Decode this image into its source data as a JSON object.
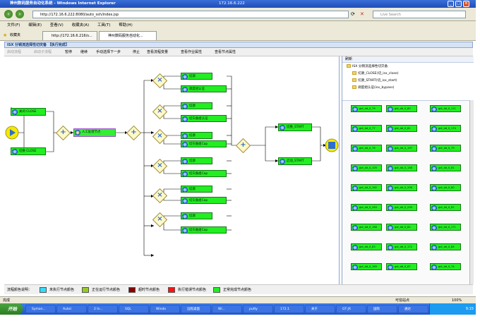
{
  "window": {
    "title": "神州数码服务自动化系统 - Windows Internet Explorer",
    "center_title": "172.16.6.222"
  },
  "address": {
    "url": "http://172.16.6.222:8080/auto_ssh/index.jsp",
    "search_placeholder": "Live Search"
  },
  "menu": [
    "文件(F)",
    "编辑(E)",
    "查看(V)",
    "收藏夹(A)",
    "工具(T)",
    "帮助(H)"
  ],
  "favbar": {
    "label": "收藏夹",
    "tabs": [
      "http://172.16.6.216/s...",
      "神州数码服务自动化..."
    ]
  },
  "app": {
    "header": "ISX 分销流选择性切灾备 【执行完成】"
  },
  "toolbar": [
    {
      "label": "启动流程",
      "disabled": true
    },
    {
      "label": "启动子流程",
      "disabled": true
    },
    {
      "label": "暂停",
      "disabled": false
    },
    {
      "label": "继续",
      "disabled": false
    },
    {
      "label": "手动选择下一步",
      "disabled": false
    },
    {
      "label": "停止",
      "disabled": false
    },
    {
      "label": "查看流程变量",
      "disabled": false
    },
    {
      "label": "查看作业属性",
      "disabled": false
    },
    {
      "label": "查看节点属性",
      "disabled": false
    }
  ],
  "flow": {
    "left_nodes": [
      {
        "label": "关闭 CLOSE"
      },
      {
        "label": "切换 CLOSE"
      }
    ],
    "center_node": {
      "label": "人工处理节点"
    },
    "branch_nodes": [
      {
        "label": "切源"
      },
      {
        "label": "调度组认证"
      },
      {
        "label": "切源"
      },
      {
        "label": "切灾备组认证"
      },
      {
        "label": "切源"
      },
      {
        "label": "切灾备组Cap"
      },
      {
        "label": "切源"
      },
      {
        "label": "切灾备组Cap"
      },
      {
        "label": "切源"
      },
      {
        "label": "切灾备组Cap"
      },
      {
        "label": "切源"
      },
      {
        "label": "切灾备组Cap"
      }
    ],
    "right_nodes": [
      {
        "label": "切换_START"
      },
      {
        "label": "启动_START"
      }
    ]
  },
  "rightpane": {
    "header": "刷新",
    "tree": [
      "ISX 分销流选择性切灾备",
      "切源_CLOSE(切_isx_close)",
      "切源_START(切_isx_start)",
      "调度组认证(isx_bypass)"
    ],
    "mini_nodes": [
      "gvt_dd_0_79",
      "gvt_dd_0_80",
      "gvt_dd_0_111",
      "gvt_dd_0_77",
      "gvt_dd_0_81",
      "gvt_dd_0_174",
      "gvt_dd_0_78",
      "gvt_dd_0_197",
      "gvt_dd_0_79",
      "gvt_dd_0_105",
      "gvt_dd_0_146",
      "gvt_dd_0_61",
      "gvt_dd_0_162",
      "gvt_dd_0_206",
      "gvt_dd_0_80",
      "gvt_dd_0_263",
      "gvt_dd_0_239",
      "gvt_dd_0_81",
      "gvt_dd_0_166",
      "gvt_dd_0_82",
      "gvt_dd_0_171",
      "gvt_dd_0_83",
      "gvt_dd_0_172",
      "gvt_dd_0_84",
      "gvt_dd_0_169",
      "gvt_dd_0_87",
      "gvt_dd_0_74"
    ]
  },
  "legend": {
    "title": "流程颜色说明：",
    "items": [
      {
        "label": "未执行节点颜色",
        "color": "#33ddff"
      },
      {
        "label": "正在运行节点颜色",
        "color": "#99cc22"
      },
      {
        "label": "超时节点颜色",
        "color": "#880000"
      },
      {
        "label": "执行错误节点颜色",
        "color": "#ff1111"
      },
      {
        "label": "正常完成节点颜色",
        "color": "#22ee22"
      }
    ]
  },
  "status": {
    "left": "完成",
    "zone": "可信站点",
    "zoom": "100%"
  },
  "taskbar": {
    "start": "开始",
    "tasks": [
      "Syman...",
      "AutoI",
      "2 In...",
      "SQL",
      "Windo",
      "远程桌面",
      "Wi...",
      "putty",
      "172.1",
      "关于",
      "GT-JX",
      "国际",
      "通达"
    ],
    "clock": "9:15"
  },
  "colors": {
    "completed": "#22ee22",
    "gateway": "#fff8c8",
    "accent": "#2d6ecf"
  }
}
